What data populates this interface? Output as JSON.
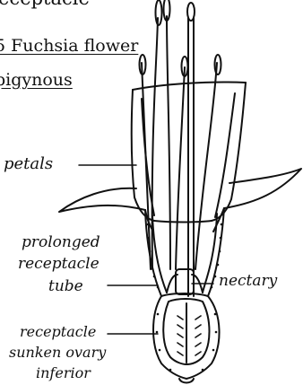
{
  "labels": {
    "receptacle_top": "eceptacle",
    "figure_title": "5 Fuchsia flower",
    "figure_subtitle": "pigynous",
    "petals": "petals",
    "prolonged": "prolonged",
    "receptacle_mid": "receptacle",
    "tube": "tube",
    "nectary": "nectary",
    "receptacle_low": "receptacle",
    "sunken_ovary": "sunken ovary",
    "inferior": "inferior"
  },
  "colors": {
    "ink": "#111111",
    "background": "#ffffff"
  }
}
